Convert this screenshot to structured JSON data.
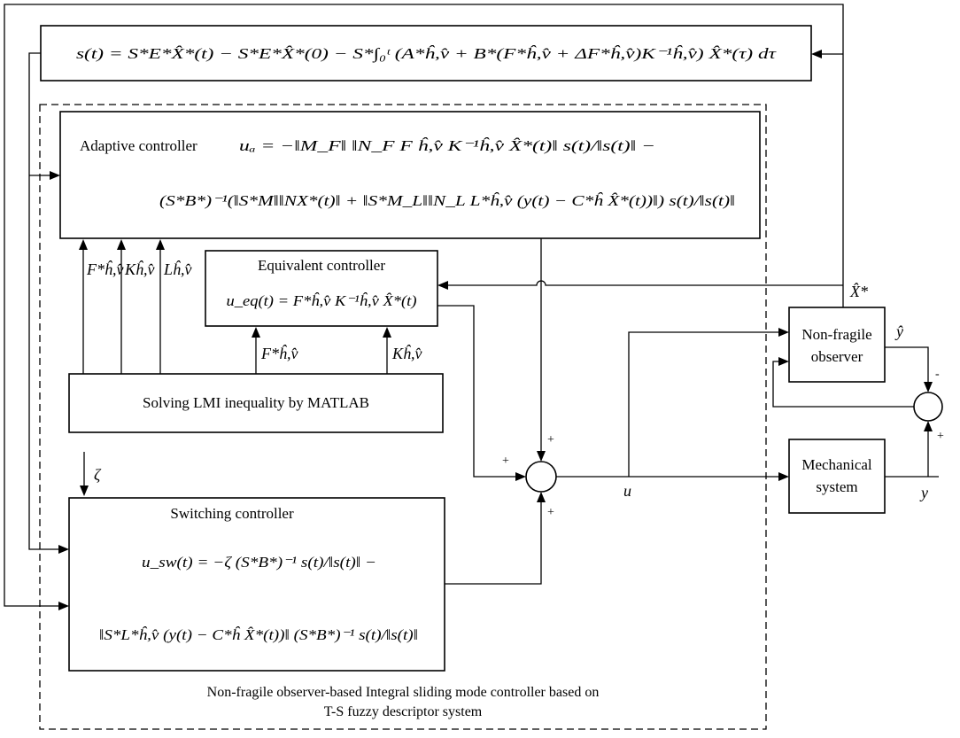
{
  "blocks": {
    "sliding_surface": {
      "equation": "s(t) = S*E*X̂*(t) − S*E*X̂*(0) − S*∫₀ᵗ (A*ĥ,v̂ + B*(F*ĥ,v̂ + ΔF*ĥ,v̂)K⁻¹ĥ,v̂) X̂*(τ) dτ"
    },
    "adaptive_controller": {
      "label": "Adaptive controller",
      "equation_line1": "uₐ = −‖M_F‖ ‖N_F F ĥ,v̂ K⁻¹ĥ,v̂ X̂*(t)‖ s(t)/‖s(t)‖ −",
      "equation_line2": "(S*B*)⁻¹(‖S*M‖‖NX*(t)‖ + ‖S*M_L‖‖N_L L*ĥ,v̂ (y(t) − C*ĥ X̂*(t))‖) s(t)/‖s(t)‖"
    },
    "equivalent_controller": {
      "label": "Equivalent controller",
      "equation": "u_eq(t) = F*ĥ,v̂ K⁻¹ĥ,v̂ X̂*(t)"
    },
    "lmi_solver": {
      "label": "Solving LMI inequality by MATLAB"
    },
    "switching_controller": {
      "label": "Switching controller",
      "equation_line1": "u_sw(t) = −ζ (S*B*)⁻¹ s(t)/‖s(t)‖ −",
      "equation_line2": "‖S*L*ĥ,v̂ (y(t) − C*ĥ X̂*(t))‖ (S*B*)⁻¹ s(t)/‖s(t)‖"
    },
    "observer": {
      "label_line1": "Non-fragile",
      "label_line2": "observer"
    },
    "plant": {
      "label_line1": "Mechanical",
      "label_line2": "system"
    }
  },
  "signals": {
    "gain_F_adaptive": "F*ĥ,v̂",
    "gain_K_adaptive": "Kĥ,v̂",
    "gain_L_adaptive": "Lĥ,v̂",
    "gain_F_equivalent": "F*ĥ,v̂",
    "gain_K_equivalent": "Kĥ,v̂",
    "zeta": "ζ",
    "control_input": "u",
    "output": "y",
    "estimated_output": "ŷ",
    "estimated_state": "X̂*"
  },
  "summing_junctions": {
    "main_sum_signs": [
      "+",
      "+",
      "+"
    ],
    "error_sum_signs": [
      "-",
      "+"
    ]
  },
  "caption": {
    "line1": "Non-fragile observer-based Integral sliding mode controller based on",
    "line2": "T-S fuzzy descriptor system"
  }
}
